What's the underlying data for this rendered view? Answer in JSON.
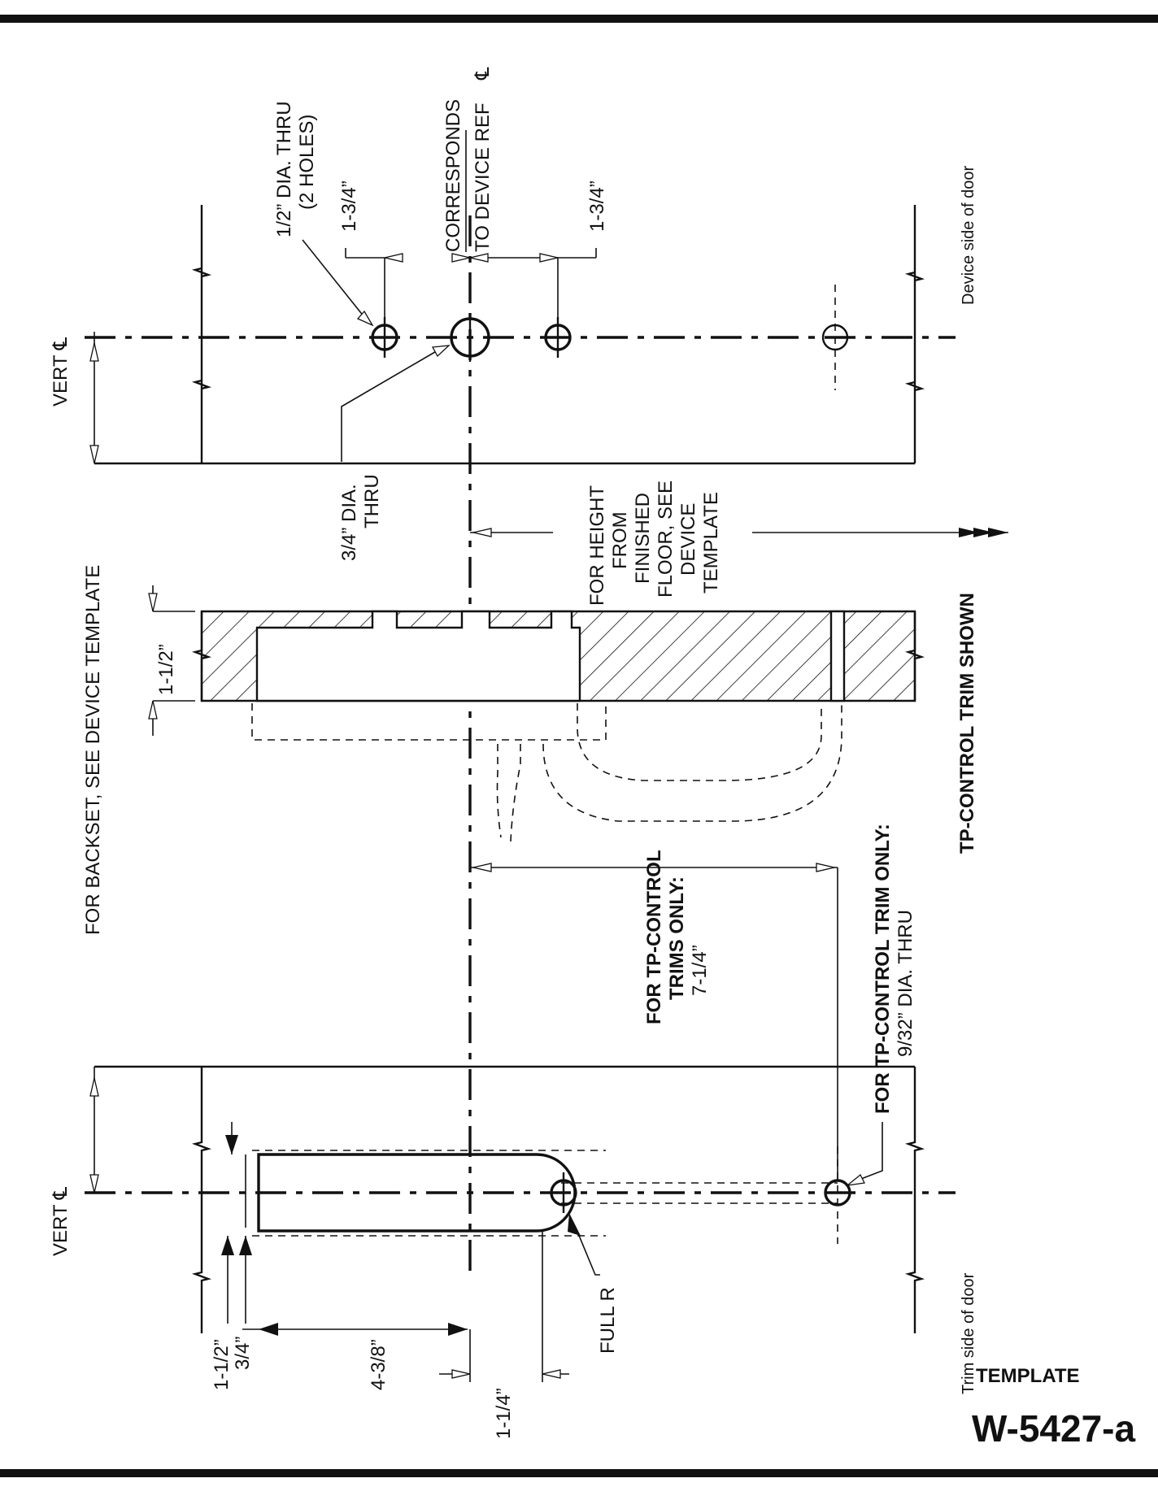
{
  "labels": {
    "backset_note": "FOR BACKSET, SEE DEVICE TEMPLATE",
    "vert_cl": "VERT ℄",
    "cl_symbol": "℄",
    "corresponds": "CORRESPONDS",
    "to_device_ref": "TO DEVICE REF",
    "half_dia_line1": "1/2” DIA. THRU",
    "half_dia_line2": "(2 HOLES)",
    "dim_1_3_4": "1-3/4”",
    "three_quarter_dia_line1": "3/4” DIA.",
    "three_quarter_dia_line2": "THRU",
    "height_line1": "FOR HEIGHT",
    "height_line2": "FROM",
    "height_line3": "FINISHED",
    "height_line4": "FLOOR, SEE",
    "height_line5": "DEVICE",
    "height_line6": "TEMPLATE",
    "device_side": "Device side of door",
    "trim_side": "Trim side of door",
    "dim_1_1_2": "1-1/2”",
    "dim_3_4": "3/4”",
    "dim_4_3_8": "4-3/8”",
    "dim_1_1_4": "1-1/4”",
    "full_r": "FULL R",
    "tp_trims_line1": "FOR TP-CONTROL",
    "tp_trims_line2": "TRIMS ONLY:",
    "tp_trims_line3": "7-1/4”",
    "tp_trim_only_line1": "FOR TP-CONTROL TRIM ONLY:",
    "tp_trim_only_line2": "9/32” DIA. THRU",
    "tp_shown": "TP-CONTROL TRIM SHOWN"
  },
  "footer": {
    "template_label": "TEMPLATE",
    "template_code": "W-5427-a"
  }
}
